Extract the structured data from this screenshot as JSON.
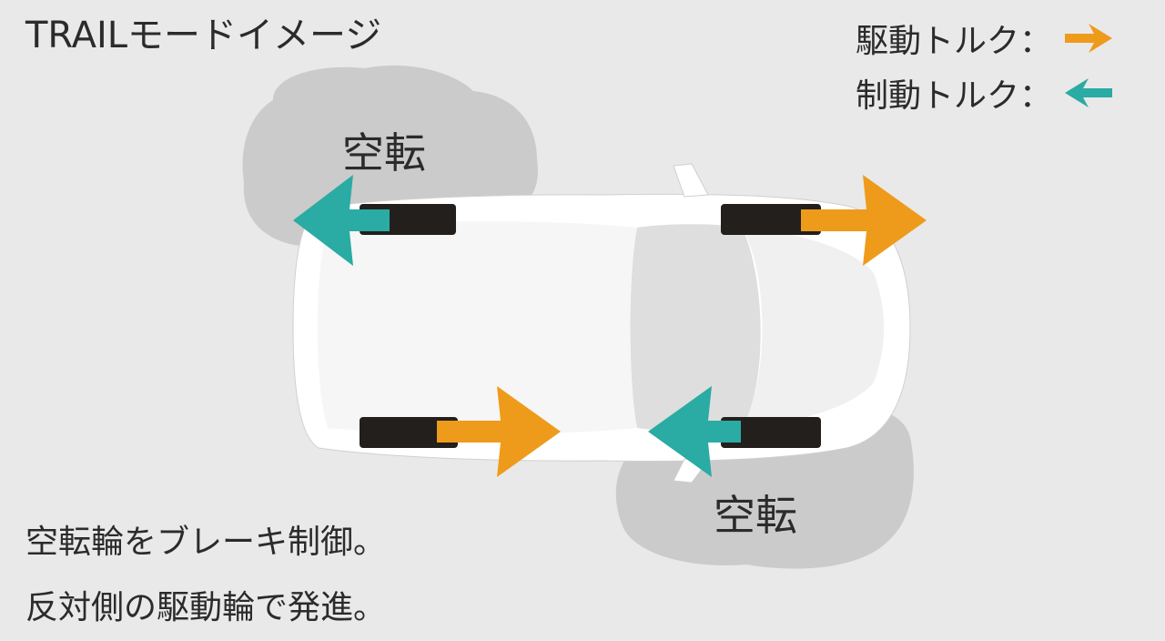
{
  "title": "TRAILモードイメージ",
  "legend": {
    "drive_label": "駆動トルク：",
    "brake_label": "制動トルク：",
    "drive_icon": "right-arrow-icon",
    "brake_icon": "left-arrow-icon"
  },
  "colors": {
    "drive": "#ee9b1c",
    "brake": "#2aaba4",
    "puddle": "#cbcbcb",
    "tire": "#231f1c",
    "car_body": "#ffffff",
    "background": "#e9e9e9"
  },
  "labels": {
    "spin_top": "空転",
    "spin_bottom": "空転"
  },
  "captions": [
    "空転輪をブレーキ制御。",
    "反対側の駆動輪で発進。"
  ]
}
